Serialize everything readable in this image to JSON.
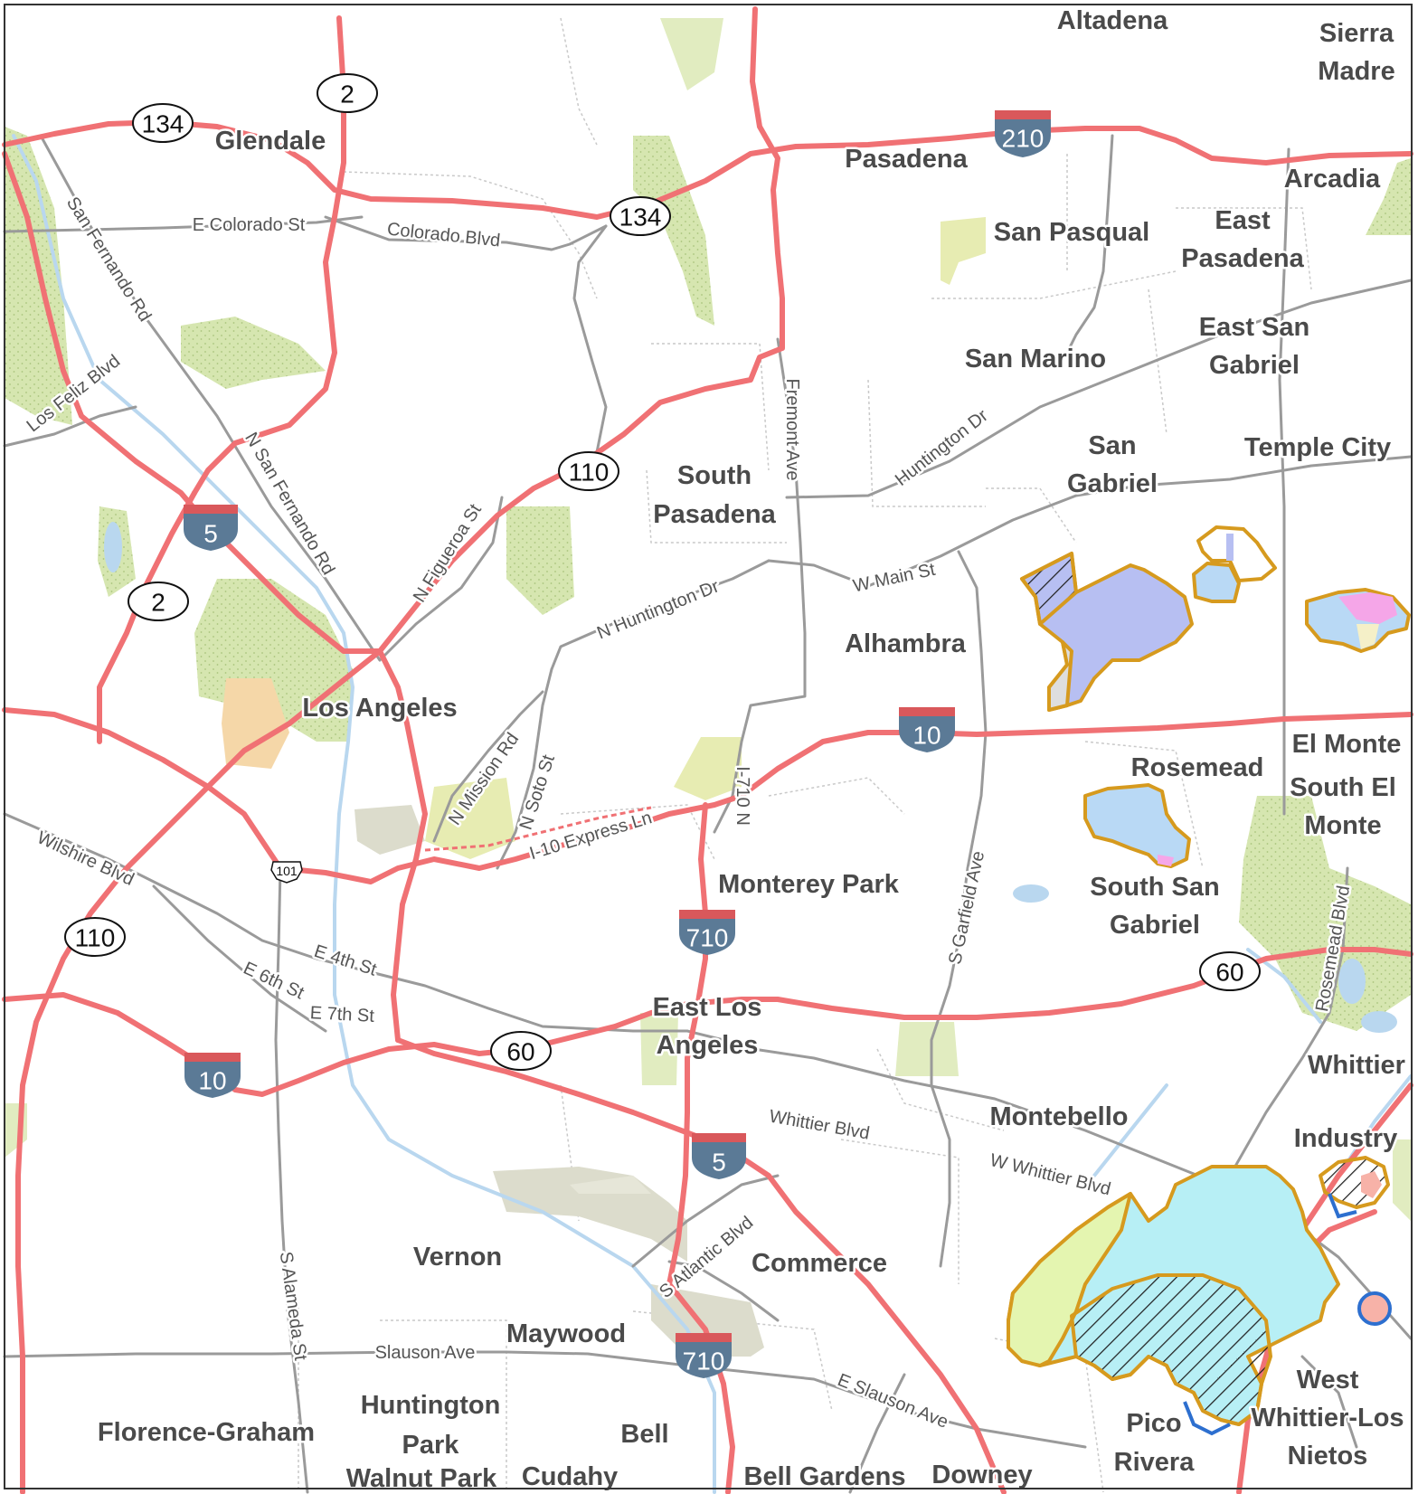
{
  "colors": {
    "freeway": "#f07174",
    "arterial": "#9a9a9a",
    "river": "#b9d7ef",
    "park": "#d6e6b0",
    "boundary": "#c9c9c9",
    "interstate_shield": "#5b7a96",
    "interstate_band": "#d9585b",
    "habitat_outline": "#d69a1e",
    "habitat_lavender": "#b7bff2",
    "habitat_blue": "#b9d9f5",
    "habitat_cyan": "#b7eff5",
    "habitat_lime": "#e4f5b0",
    "habitat_pink": "#f5a6e8",
    "habitat_salmon": "#f7b2a8"
  },
  "places": [
    {
      "id": "altadena",
      "lines": [
        "Altadena"
      ]
    },
    {
      "id": "sierra-madre",
      "lines": [
        "Sierra",
        "Madre"
      ]
    },
    {
      "id": "glendale",
      "lines": [
        "Glendale"
      ]
    },
    {
      "id": "pasadena",
      "lines": [
        "Pasadena"
      ]
    },
    {
      "id": "arcadia",
      "lines": [
        "Arcadia"
      ]
    },
    {
      "id": "san-pasqual",
      "lines": [
        "San Pasqual"
      ]
    },
    {
      "id": "east-pasadena",
      "lines": [
        "East",
        "Pasadena"
      ]
    },
    {
      "id": "east-san-gabriel",
      "lines": [
        "East San",
        "Gabriel"
      ]
    },
    {
      "id": "san-marino",
      "lines": [
        "San Marino"
      ]
    },
    {
      "id": "san-gabriel",
      "lines": [
        "San",
        "Gabriel"
      ]
    },
    {
      "id": "temple-city",
      "lines": [
        "Temple City"
      ]
    },
    {
      "id": "south-pasadena",
      "lines": [
        "South",
        "Pasadena"
      ]
    },
    {
      "id": "alhambra",
      "lines": [
        "Alhambra"
      ]
    },
    {
      "id": "los-angeles",
      "lines": [
        "Los Angeles"
      ]
    },
    {
      "id": "rosemead",
      "lines": [
        "Rosemead"
      ]
    },
    {
      "id": "el-monte",
      "lines": [
        "El Monte"
      ]
    },
    {
      "id": "south-el-monte",
      "lines": [
        "South El",
        "Monte"
      ]
    },
    {
      "id": "monterey-park",
      "lines": [
        "Monterey Park"
      ]
    },
    {
      "id": "south-san-gabriel",
      "lines": [
        "South San",
        "Gabriel"
      ]
    },
    {
      "id": "east-los-angeles",
      "lines": [
        "East Los",
        "Angeles"
      ]
    },
    {
      "id": "whittier",
      "lines": [
        "Whittier"
      ]
    },
    {
      "id": "montebello",
      "lines": [
        "Montebello"
      ]
    },
    {
      "id": "industry",
      "lines": [
        "Industry"
      ]
    },
    {
      "id": "vernon",
      "lines": [
        "Vernon"
      ]
    },
    {
      "id": "commerce",
      "lines": [
        "Commerce"
      ]
    },
    {
      "id": "maywood",
      "lines": [
        "Maywood"
      ]
    },
    {
      "id": "west-whittier-los-nietos",
      "lines": [
        "West",
        "Whittier-Los",
        "Nietos"
      ]
    },
    {
      "id": "huntington-park",
      "lines": [
        "Huntington",
        "Park"
      ]
    },
    {
      "id": "florence-graham",
      "lines": [
        "Florence-Graham"
      ]
    },
    {
      "id": "bell",
      "lines": [
        "Bell"
      ]
    },
    {
      "id": "pico-rivera",
      "lines": [
        "Pico",
        "Rivera"
      ]
    },
    {
      "id": "walnut-park",
      "lines": [
        "Walnut Park"
      ]
    },
    {
      "id": "cudahy",
      "lines": [
        "Cudahy"
      ]
    },
    {
      "id": "bell-gardens",
      "lines": [
        "Bell Gardens"
      ]
    },
    {
      "id": "downey",
      "lines": [
        "Downey"
      ]
    }
  ],
  "streets": [
    {
      "id": "e-colorado-st",
      "label": "E Colorado St"
    },
    {
      "id": "colorado-blvd",
      "label": "Colorado Blvd"
    },
    {
      "id": "san-fernando-rd",
      "label": "San Fernando Rd"
    },
    {
      "id": "los-feliz-blvd",
      "label": "Los Feliz Blvd"
    },
    {
      "id": "n-san-fernando-rd",
      "label": "N San Fernando Rd"
    },
    {
      "id": "n-figueroa-st",
      "label": "N Figueroa St"
    },
    {
      "id": "fremont-ave",
      "label": "Fremont Ave"
    },
    {
      "id": "huntington-dr",
      "label": "Huntington Dr"
    },
    {
      "id": "w-main-st",
      "label": "W Main St"
    },
    {
      "id": "n-huntington-dr",
      "label": "N Huntington Dr"
    },
    {
      "id": "n-mission-rd",
      "label": "N Mission Rd"
    },
    {
      "id": "n-soto-st",
      "label": "N Soto St"
    },
    {
      "id": "i-10-express-ln",
      "label": "I-10 Express Ln"
    },
    {
      "id": "i-710-n",
      "label": "I-710 N"
    },
    {
      "id": "wilshire-blvd",
      "label": "Wilshire Blvd"
    },
    {
      "id": "e-4th-st",
      "label": "E 4th St"
    },
    {
      "id": "e-6th-st",
      "label": "E 6th St"
    },
    {
      "id": "e-7th-st",
      "label": "E 7th St"
    },
    {
      "id": "s-garfield-ave",
      "label": "S Garfield Ave"
    },
    {
      "id": "rosemead-blvd",
      "label": "Rosemead Blvd"
    },
    {
      "id": "whittier-blvd",
      "label": "Whittier Blvd"
    },
    {
      "id": "w-whittier-blvd",
      "label": "W Whittier Blvd"
    },
    {
      "id": "s-atlantic-blvd",
      "label": "S Atlantic Blvd"
    },
    {
      "id": "s-alameda-st",
      "label": "S Alameda St"
    },
    {
      "id": "slauson-ave",
      "label": "Slauson Ave"
    },
    {
      "id": "e-slauson-ave",
      "label": "E Slauson Ave"
    }
  ],
  "shields": [
    {
      "id": "sr-134-west",
      "type": "state",
      "number": "134"
    },
    {
      "id": "sr-2-north",
      "type": "state",
      "number": "2"
    },
    {
      "id": "i-210",
      "type": "interstate",
      "number": "210"
    },
    {
      "id": "sr-134-east",
      "type": "state",
      "number": "134"
    },
    {
      "id": "sr-110-north",
      "type": "state",
      "number": "110"
    },
    {
      "id": "i-5-north",
      "type": "interstate",
      "number": "5"
    },
    {
      "id": "sr-2-south",
      "type": "state",
      "number": "2"
    },
    {
      "id": "i-10-east",
      "type": "interstate",
      "number": "10"
    },
    {
      "id": "us-101",
      "type": "us",
      "number": "101"
    },
    {
      "id": "i-710-north",
      "type": "interstate",
      "number": "710"
    },
    {
      "id": "sr-110-south",
      "type": "state",
      "number": "110"
    },
    {
      "id": "sr-60-east",
      "type": "state",
      "number": "60"
    },
    {
      "id": "sr-60-west",
      "type": "state",
      "number": "60"
    },
    {
      "id": "i-10-west",
      "type": "interstate",
      "number": "10"
    },
    {
      "id": "i-5-south",
      "type": "interstate",
      "number": "5"
    },
    {
      "id": "i-710-south",
      "type": "interstate",
      "number": "710"
    }
  ]
}
